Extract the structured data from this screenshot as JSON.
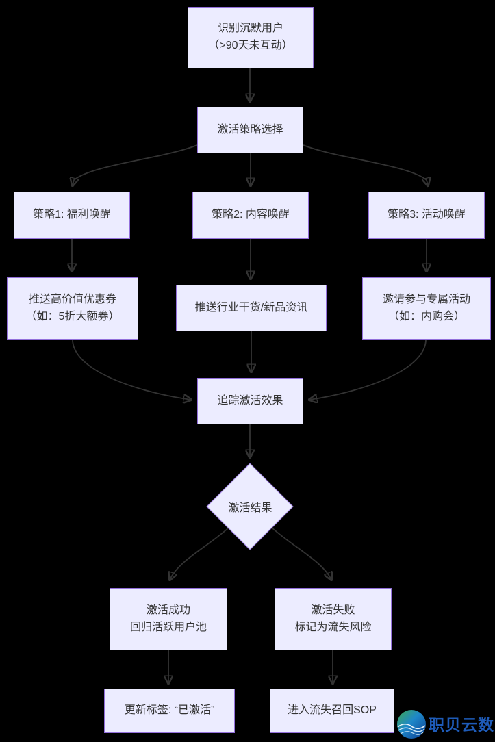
{
  "diagram": {
    "type": "flowchart",
    "colors": {
      "background": "#000000",
      "node_fill": "#ECECFF",
      "node_border": "#9370DB",
      "node_text": "#333333",
      "edge": "#333333"
    },
    "nodes": {
      "identify": {
        "lines": [
          "识别沉默用户",
          "（>90天未互动）"
        ]
      },
      "strategy_select": {
        "lines": [
          "激活策略选择"
        ]
      },
      "strategy1": {
        "lines": [
          "策略1: 福利唤醒"
        ]
      },
      "strategy2": {
        "lines": [
          "策略2: 内容唤醒"
        ]
      },
      "strategy3": {
        "lines": [
          "策略3: 活动唤醒"
        ]
      },
      "action1": {
        "lines": [
          "推送高价值优惠券",
          "（如：5折大额券）"
        ]
      },
      "action2": {
        "lines": [
          "推送行业干货/新品资讯"
        ]
      },
      "action3": {
        "lines": [
          "邀请参与专属活动",
          "（如：内购会）"
        ]
      },
      "track": {
        "lines": [
          "追踪激活效果"
        ]
      },
      "decision": {
        "lines": [
          "激活结果"
        ]
      },
      "success": {
        "lines": [
          "激活成功",
          "回归活跃用户池"
        ]
      },
      "failure": {
        "lines": [
          "激活失败",
          "标记为流失风险"
        ]
      },
      "tag_updated": {
        "lines": [
          "更新标签: “已激活”"
        ]
      },
      "churn_sop": {
        "lines": [
          "进入流失召回SOP"
        ]
      }
    }
  },
  "watermark": {
    "brand": "职贝云数",
    "brand_color": "#1E5BB8"
  }
}
